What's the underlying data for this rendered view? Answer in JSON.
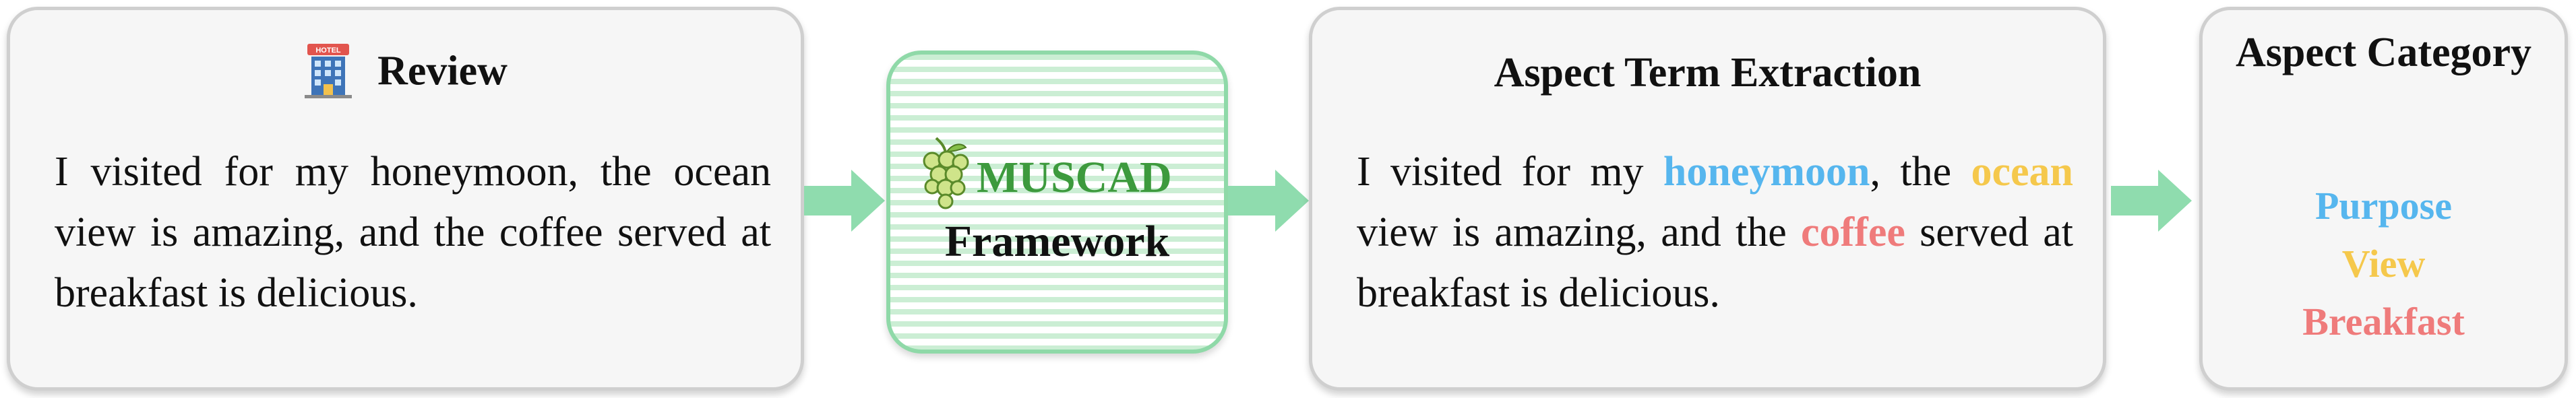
{
  "colors": {
    "purpose": "#56b6ee",
    "view": "#f5c84c",
    "breakfast": "#ef7b7b",
    "framework_accent": "#3d9a3d",
    "arrow": "#8fdcae"
  },
  "review": {
    "title": "Review",
    "icon": "hotel-icon",
    "icon_text": "HOTEL",
    "text": "I visited for my honeymoon, the ocean view is amazing, and the coffee served at breakfast is delicious."
  },
  "framework": {
    "icon": "grape-icon",
    "name": "MUSCAD",
    "label": "Framework"
  },
  "ate": {
    "title": "Aspect Term Extraction",
    "segments": [
      {
        "text": "I visited for my "
      },
      {
        "text": "honeymoon",
        "term": "purpose"
      },
      {
        "text": ", the "
      },
      {
        "text": "ocean",
        "term": "view"
      },
      {
        "text": " view is amazing, and the "
      },
      {
        "text": "coffee",
        "term": "breakfast"
      },
      {
        "text": " served at breakfast is delicious."
      }
    ]
  },
  "category": {
    "title": "Aspect Category",
    "items": [
      {
        "label": "Purpose",
        "color_key": "purpose"
      },
      {
        "label": "View",
        "color_key": "view"
      },
      {
        "label": "Breakfast",
        "color_key": "breakfast"
      }
    ]
  }
}
